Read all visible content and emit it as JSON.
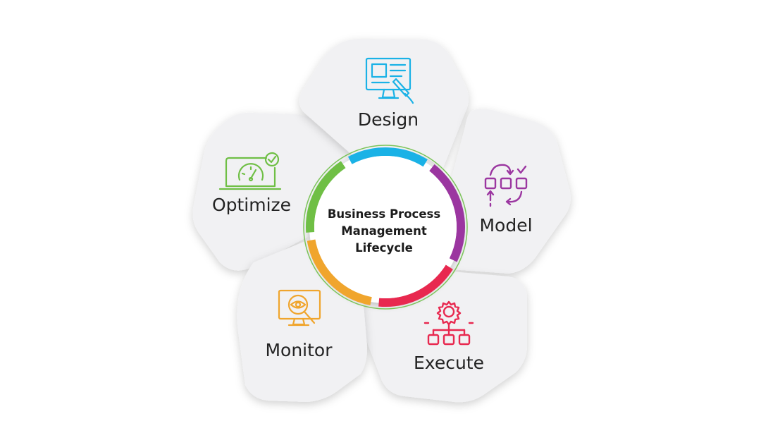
{
  "center": {
    "lines": [
      "Business Process",
      "Management",
      "Lifecycle"
    ]
  },
  "stages": [
    {
      "label": "Design",
      "color": "#1ab2e6",
      "icon": "monitor-design-icon"
    },
    {
      "label": "Model",
      "color": "#9b36a0",
      "icon": "process-model-icon"
    },
    {
      "label": "Execute",
      "color": "#e8284f",
      "icon": "gear-flow-icon"
    },
    {
      "label": "Monitor",
      "color": "#f0a52d",
      "icon": "monitor-eye-icon"
    },
    {
      "label": "Optimize",
      "color": "#6fbf45",
      "icon": "speed-gauge-icon"
    }
  ],
  "colors": {
    "petal_fill": "#f1f1f3",
    "ring_outline": "#7cc45a",
    "text": "#232323"
  }
}
